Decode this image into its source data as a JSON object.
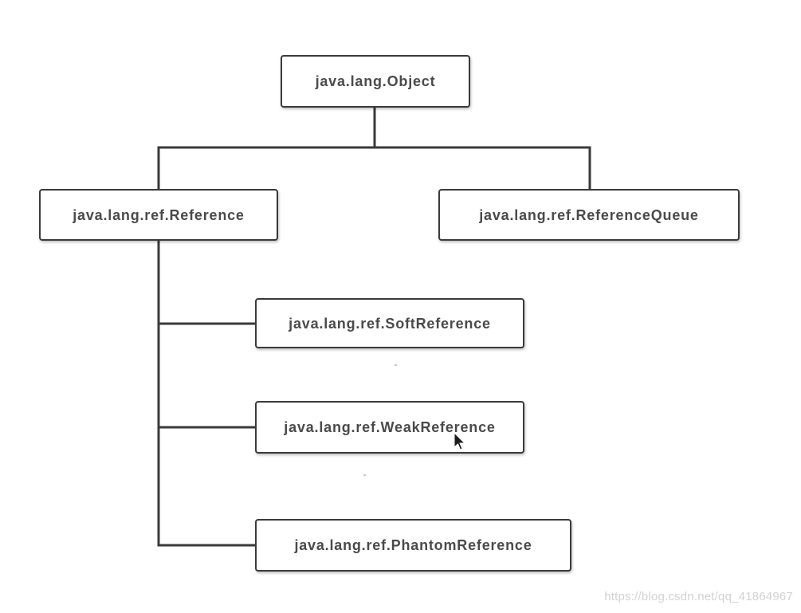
{
  "diagram": {
    "nodes": {
      "object": {
        "label": "java.lang.Object"
      },
      "reference": {
        "label": "java.lang.ref.Reference"
      },
      "reference_queue": {
        "label": "java.lang.ref.ReferenceQueue"
      },
      "soft_reference": {
        "label": "java.lang.ref.SoftReference"
      },
      "weak_reference": {
        "label": "java.lang.ref.WeakReference"
      },
      "phantom_reference": {
        "label": "java.lang.ref.PhantomReference"
      }
    },
    "edges": [
      {
        "from": "object",
        "to": "reference"
      },
      {
        "from": "object",
        "to": "reference_queue"
      },
      {
        "from": "reference",
        "to": "soft_reference"
      },
      {
        "from": "reference",
        "to": "weak_reference"
      },
      {
        "from": "reference",
        "to": "phantom_reference"
      }
    ]
  },
  "watermark": {
    "text": "https://blog.csdn.net/qq_41864967"
  },
  "icons": {
    "cursor": "mouse-pointer-icon"
  }
}
